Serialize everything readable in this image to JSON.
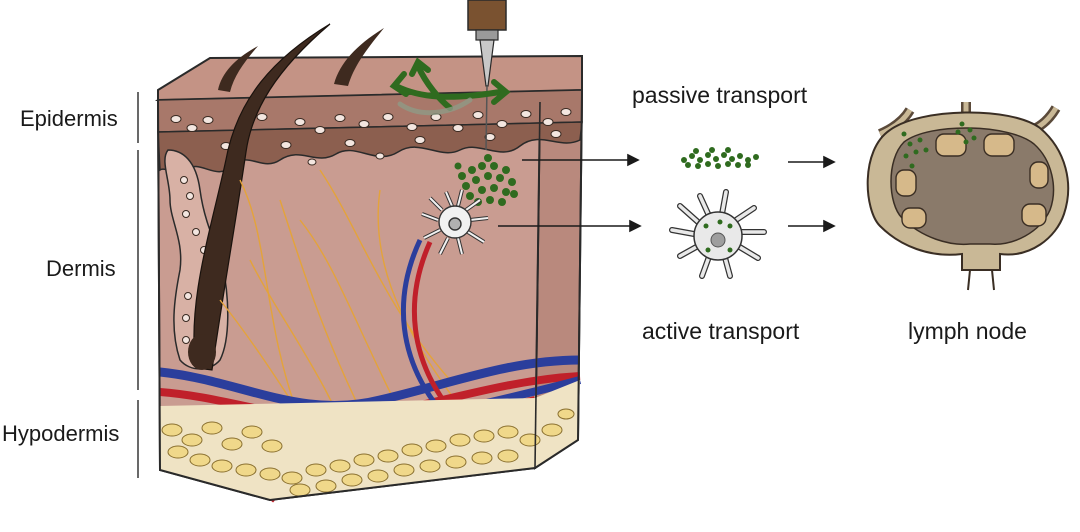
{
  "layers": {
    "epidermis": "Epidermis",
    "dermis": "Dermis",
    "hypodermis": "Hypodermis"
  },
  "transport": {
    "passive": "passive transport",
    "active": "active transport"
  },
  "target": {
    "lymph_node": "lymph node"
  },
  "colors": {
    "skin_top": "#b88a7e",
    "dermis": "#c99c91",
    "epidermis_dark": "#8c5f4f",
    "hair": "#3e2a1f",
    "artery": "#c0202a",
    "vein": "#2b3e9c",
    "nerve": "#e4a33a",
    "fat": "#f0d88a",
    "particle": "#2f6b1f",
    "lymph_capsule": "#5b4a3a",
    "lymph_follicle": "#d6b98a"
  }
}
